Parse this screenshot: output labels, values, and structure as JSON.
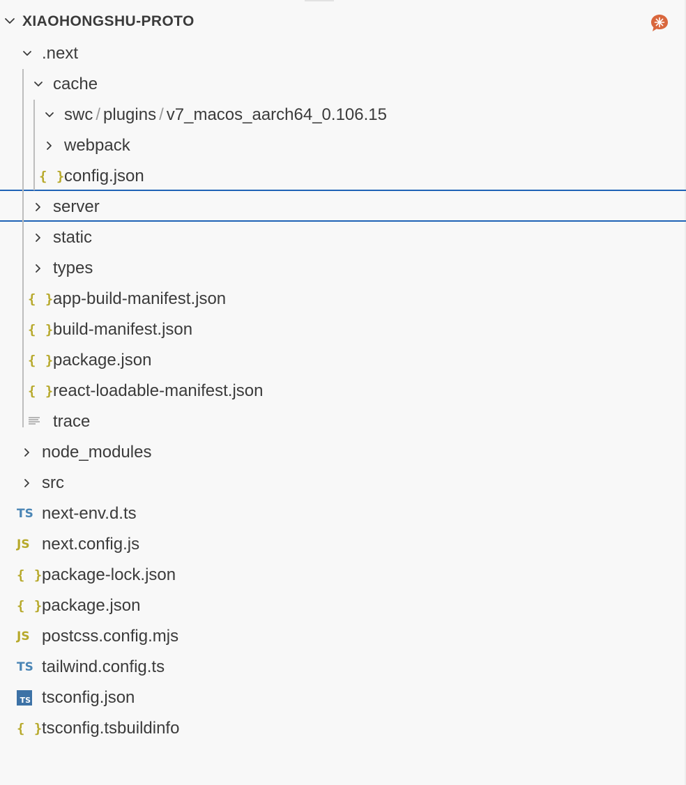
{
  "explorer": {
    "root_folder": "XIAOHONGSHU-PROTO",
    "root_expanded": true,
    "ai_icon": "chat-sparkle-icon",
    "ai_icon_color": "#d9673d"
  },
  "tree": [
    {
      "label": ".next",
      "kind": "folder",
      "expanded": true
    },
    {
      "label": "cache",
      "kind": "folder",
      "expanded": true
    },
    {
      "segments": [
        "swc",
        "plugins",
        "v7_macos_aarch64_0.106.15"
      ],
      "separator": "/",
      "kind": "folder",
      "expanded": true
    },
    {
      "label": "webpack",
      "kind": "folder",
      "expanded": false
    },
    {
      "label": "config.json",
      "kind": "json"
    },
    {
      "label": "server",
      "kind": "folder",
      "expanded": false,
      "focused": true
    },
    {
      "label": "static",
      "kind": "folder",
      "expanded": false
    },
    {
      "label": "types",
      "kind": "folder",
      "expanded": false
    },
    {
      "label": "app-build-manifest.json",
      "kind": "json"
    },
    {
      "label": "build-manifest.json",
      "kind": "json"
    },
    {
      "label": "package.json",
      "kind": "json"
    },
    {
      "label": "react-loadable-manifest.json",
      "kind": "json"
    },
    {
      "label": "trace",
      "kind": "text"
    },
    {
      "label": "node_modules",
      "kind": "folder",
      "expanded": false
    },
    {
      "label": "src",
      "kind": "folder",
      "expanded": false
    },
    {
      "label": "next-env.d.ts",
      "kind": "ts"
    },
    {
      "label": "next.config.js",
      "kind": "js"
    },
    {
      "label": "package-lock.json",
      "kind": "json"
    },
    {
      "label": "package.json",
      "kind": "json"
    },
    {
      "label": "postcss.config.mjs",
      "kind": "js"
    },
    {
      "label": "tailwind.config.ts",
      "kind": "ts"
    },
    {
      "label": "tsconfig.json",
      "kind": "tsconfig"
    },
    {
      "label": "tsconfig.tsbuildinfo",
      "kind": "json"
    }
  ],
  "icons": {
    "json": "{ }",
    "ts": "TS",
    "js": "JS",
    "tsconfig": "TS"
  },
  "colors": {
    "focus_border": "#1f63b6",
    "json_icon": "#b7a92b",
    "ts_icon": "#4a85b5",
    "tsconfig_icon": "#3d72a6"
  }
}
